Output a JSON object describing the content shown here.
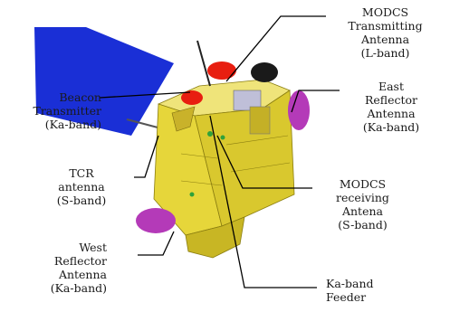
{
  "labels": {
    "modcs_tx": "MODCS\nTransmitting\nAntenna\n(L-band)",
    "beacon": "Beacon\nTransmitter\n(Ka-band)",
    "east_reflector": "East\nReflector\nAntenna\n(Ka-band)",
    "tcr": "TCR\nantenna\n(S-band)",
    "modcs_rx": "MODCS\nreceiving\nAntena\n(S-band)",
    "west_reflector": "West\nReflector\nAntenna\n(Ka-band)",
    "feeder": "Ka-band\nFeeder"
  },
  "colors": {
    "body_yellow": "#e6d63a",
    "body_shade": "#b8a820",
    "solar_panel": "#1a2fd6",
    "reflector": "#b43ab8",
    "antenna_red": "#e81e10",
    "antenna_black": "#1a1a1a",
    "leader": "#000000"
  }
}
